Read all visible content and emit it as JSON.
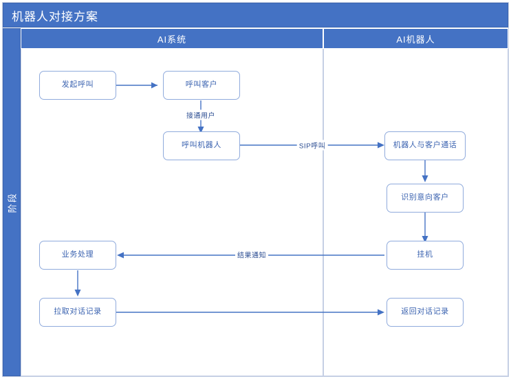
{
  "diagram": {
    "title": "机器人对接方案",
    "stage_label": "阶段",
    "lanes": [
      {
        "id": "ai-system",
        "title": "AI系统"
      },
      {
        "id": "ai-robot",
        "title": "AI机器人"
      }
    ],
    "nodes": [
      {
        "id": "n1",
        "lane": "ai-system",
        "label": "发起呼叫"
      },
      {
        "id": "n2",
        "lane": "ai-system",
        "label": "呼叫客户"
      },
      {
        "id": "n3",
        "lane": "ai-system",
        "label": "呼叫机器人"
      },
      {
        "id": "n4",
        "lane": "ai-robot",
        "label": "机器人与客户通话"
      },
      {
        "id": "n5",
        "lane": "ai-robot",
        "label": "识别意向客户"
      },
      {
        "id": "n6",
        "lane": "ai-robot",
        "label": "挂机"
      },
      {
        "id": "n7",
        "lane": "ai-system",
        "label": "业务处理"
      },
      {
        "id": "n8",
        "lane": "ai-system",
        "label": "拉取对话记录"
      },
      {
        "id": "n9",
        "lane": "ai-robot",
        "label": "返回对话记录"
      }
    ],
    "edges": [
      {
        "id": "e1",
        "from": "n1",
        "to": "n2",
        "label": ""
      },
      {
        "id": "e2",
        "from": "n2",
        "to": "n3",
        "label": "接通用户"
      },
      {
        "id": "e3",
        "from": "n3",
        "to": "n4",
        "label": "SIP呼叫"
      },
      {
        "id": "e4",
        "from": "n4",
        "to": "n5",
        "label": ""
      },
      {
        "id": "e5",
        "from": "n5",
        "to": "n6",
        "label": ""
      },
      {
        "id": "e6",
        "from": "n6",
        "to": "n7",
        "label": "结果通知"
      },
      {
        "id": "e7",
        "from": "n7",
        "to": "n8",
        "label": ""
      },
      {
        "id": "e8",
        "from": "n8",
        "to": "n9",
        "label": ""
      }
    ],
    "colors": {
      "header_blue": "#4472C4",
      "node_border": "#8FAADC",
      "node_text": "#3B63B0",
      "connector": "#4472C4",
      "frame_border": "#C5CFE4",
      "canvas": "#FFFFFF"
    }
  }
}
